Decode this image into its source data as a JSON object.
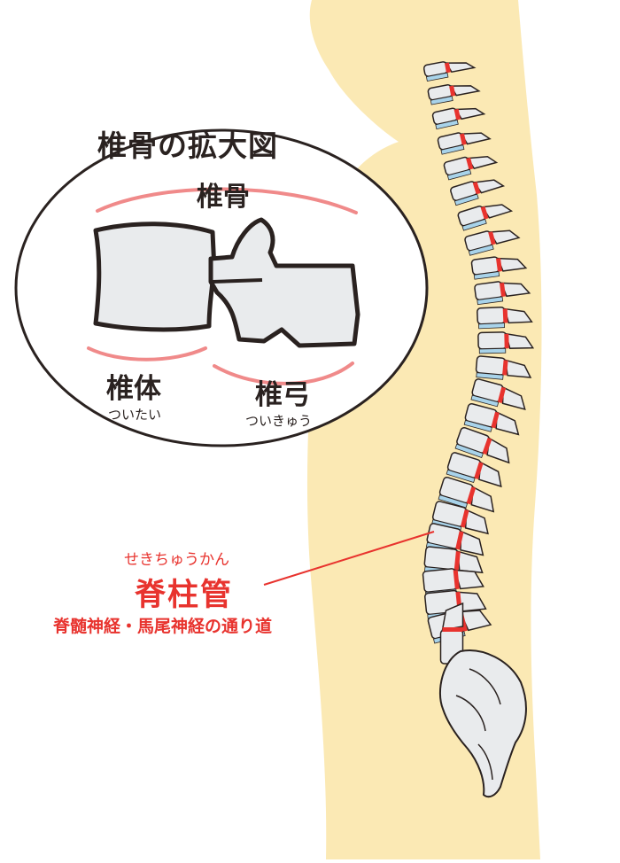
{
  "colors": {
    "skin": "#fbe9b4",
    "bone": "#e9ebed",
    "outline": "#2a2220",
    "accent": "#e8332e",
    "disc": "#a8d3ea",
    "highlight": "#f08a8a"
  },
  "labels": {
    "title": "椎骨の拡大図",
    "vertebra": "椎骨",
    "vertebral_body": "椎体",
    "vertebral_body_reading": "ついたい",
    "vertebral_arch": "椎弓",
    "vertebral_arch_reading": "ついきゅう",
    "spinal_canal_reading": "せきちゅうかん",
    "spinal_canal": "脊柱管",
    "spinal_canal_desc": "脊髄神経・馬尾神経の通り道"
  }
}
